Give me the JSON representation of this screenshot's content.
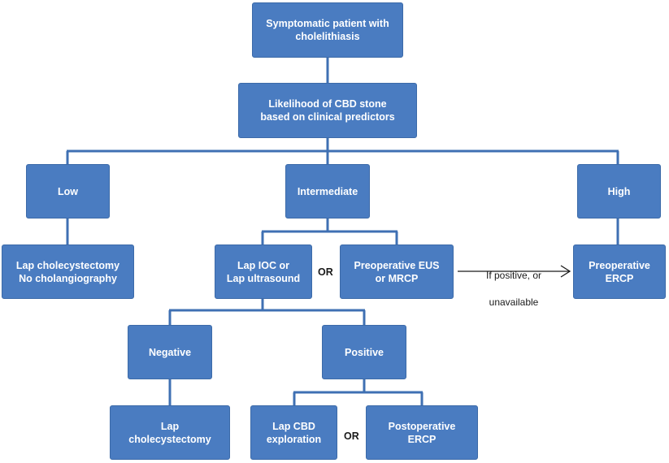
{
  "nodes": {
    "symptomatic": "Symptomatic patient with\ncholelithiasis",
    "likelihood": "Likelihood of CBD stone\nbased on clinical predictors",
    "low": "Low",
    "intermediate": "Intermediate",
    "high": "High",
    "lap_chole_no_cholangio": "Lap cholecystectomy\nNo cholangiography",
    "lap_ioc": "Lap IOC or\nLap ultrasound",
    "preop_eus": "Preoperative EUS\nor MRCP",
    "preop_ercp": "Preoperative\nERCP",
    "negative": "Negative",
    "positive": "Positive",
    "lap_chole": "Lap\ncholecystectomy",
    "lap_cbd": "Lap CBD\nexploration",
    "postop_ercp": "Postoperative\nERCP"
  },
  "connectors": {
    "or_1": "OR",
    "or_2": "OR",
    "arrow_label_line1": "If positive, or",
    "arrow_label_line2": "unavailable"
  },
  "colors": {
    "box_fill": "#4a7cc1",
    "connector": "#3f70b3",
    "text": "#ffffff"
  }
}
